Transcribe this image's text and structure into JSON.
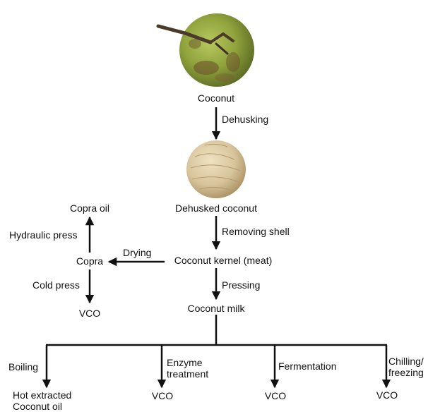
{
  "nodes": {
    "coconut": "Coconut",
    "dehusked": "Dehusked coconut",
    "kernel": "Coconut kernel (meat)",
    "milk": "Coconut milk",
    "copra": "Copra",
    "copra_oil": "Copra oil",
    "vco_copra": "VCO",
    "hot_oil": "Hot extracted\nCoconut oil",
    "vco_enzyme": "VCO",
    "vco_ferment": "VCO",
    "vco_chill": "VCO"
  },
  "processes": {
    "dehusking": "Dehusking",
    "removing_shell": "Removing shell",
    "pressing": "Pressing",
    "drying": "Drying",
    "hydraulic_press": "Hydraulic press",
    "cold_press": "Cold press",
    "boiling": "Boiling",
    "enzyme": "Enzyme\ntreatment",
    "fermentation": "Fermentation",
    "chilling": "Chilling/\nfreezing"
  },
  "colors": {
    "line": "#111111",
    "coconut_green": "#8fa23c",
    "kernel_tan": "#d7c49b"
  },
  "icons": [
    "green-coconut-illustration",
    "dehusked-coconut-illustration"
  ]
}
